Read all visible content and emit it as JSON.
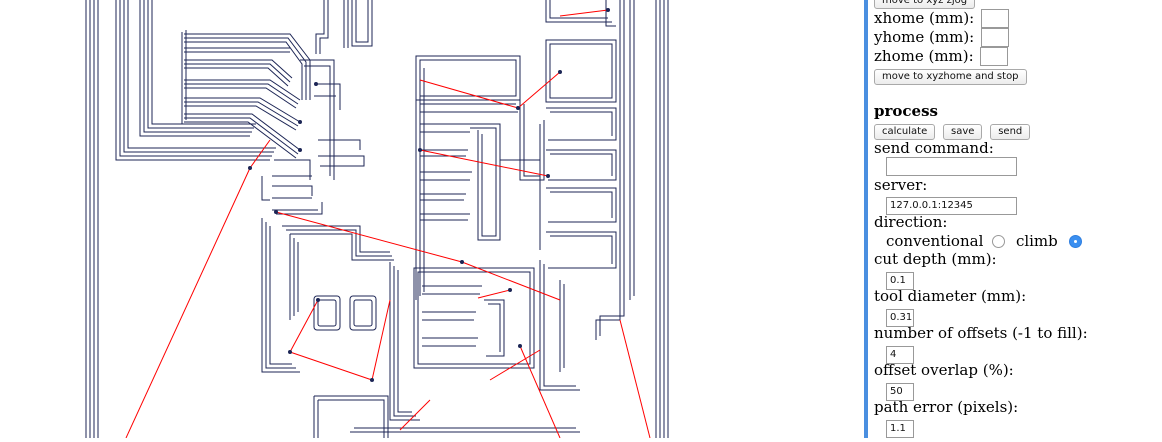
{
  "jog": {
    "button_label": "move to xyz zjog"
  },
  "home": {
    "xhome_label": "xhome (mm):",
    "yhome_label": "yhome (mm):",
    "zhome_label": "zhome (mm):",
    "stop_button": "move to xyzhome and stop"
  },
  "process": {
    "heading": "process",
    "calculate_button": "calculate",
    "save_button": "save",
    "send_button": "send",
    "send_command_label": "send command:",
    "send_command_value": "",
    "server_label": "server:",
    "server_value": "127.0.0.1:12345",
    "direction_label": "direction:",
    "conventional_label": "conventional",
    "climb_label": "climb",
    "direction_selected": "climb",
    "cut_depth_label": "cut depth (mm):",
    "cut_depth_value": "0.1",
    "tool_diameter_label": "tool diameter (mm):",
    "tool_diameter_value": "0.31",
    "offsets_label": "number of offsets (-1 to fill):",
    "offsets_value": "4",
    "overlap_label": "offset overlap (%):",
    "overlap_value": "50",
    "path_error_label": "path error (pixels):",
    "path_error_value": "1.1"
  },
  "colors": {
    "toolpath": "#1c2555",
    "traverse": "#ff0000",
    "accent": "#3b8ff0"
  }
}
